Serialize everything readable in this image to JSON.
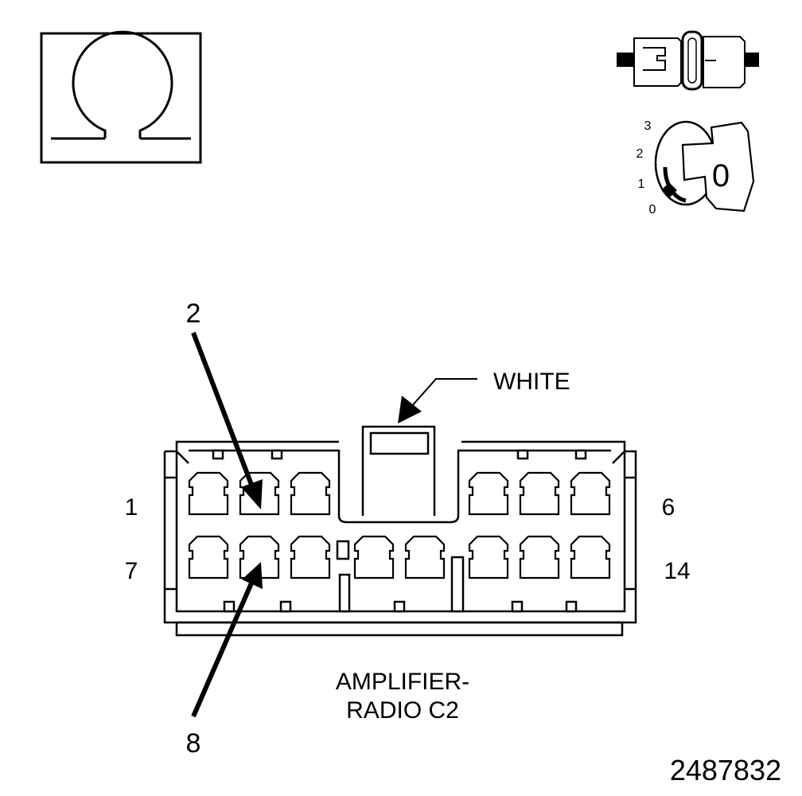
{
  "meter_symbol": {
    "glyph": "Ω",
    "icon": "ohmmeter-icon"
  },
  "ignition": {
    "switch_positions": [
      "3",
      "2",
      "1",
      "0"
    ],
    "key_label": "0",
    "icon_connector": "disconnected-connector-icon",
    "icon_key": "ignition-key-icon"
  },
  "connector": {
    "lock_color_label": "WHITE",
    "pin_labels": {
      "top_left": "1",
      "top_right": "6",
      "bottom_left": "7",
      "bottom_right": "14"
    },
    "callouts": {
      "top": "2",
      "bottom": "8"
    },
    "name_line1": "AMPLIFIER-",
    "name_line2": "RADIO C2"
  },
  "figure_id": "2487832",
  "colors": {
    "line": "#000000",
    "background": "#ffffff"
  }
}
